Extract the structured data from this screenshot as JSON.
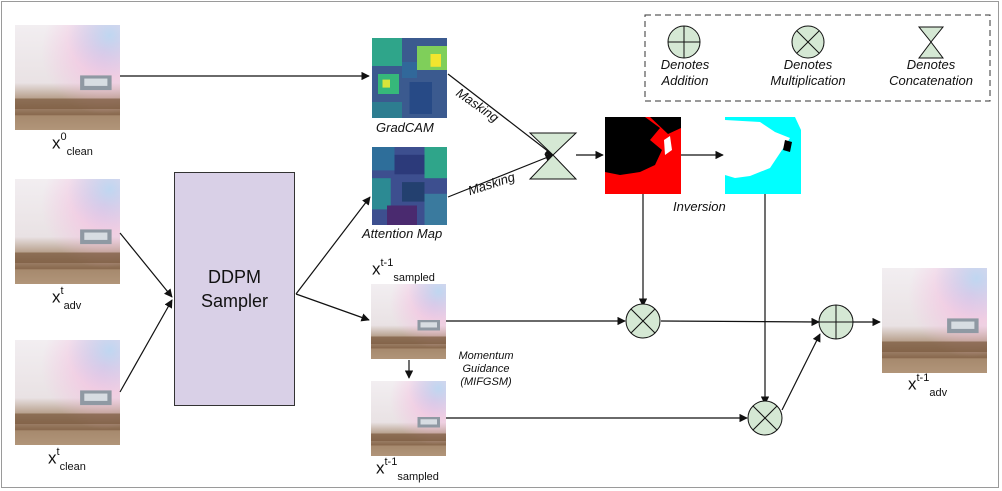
{
  "inputs": {
    "x0_clean": {
      "base": "x",
      "sup": "0",
      "sub": "clean"
    },
    "xt_adv": {
      "base": "x",
      "sup": "t",
      "sub": "adv"
    },
    "xt_clean": {
      "base": "x",
      "sup": "t",
      "sub": "clean"
    }
  },
  "sampler": {
    "line1": "DDPM",
    "line2": "Sampler"
  },
  "maps": {
    "gradcam": "GradCAM",
    "attention": "Attention Map"
  },
  "edges": {
    "masking_top": "Masking",
    "masking_bottom": "Masking",
    "inversion": "Inversion"
  },
  "sampled": {
    "top": {
      "base": "x",
      "sup": "t-1",
      "sub": "sampled"
    },
    "bottom": {
      "base": "x",
      "sup": "t-1",
      "sub": "sampled"
    }
  },
  "momentum": {
    "line1": "Momentum",
    "line2": "Guidance",
    "line3": "(MIFGSM)"
  },
  "output": {
    "base": "x",
    "sup": "t-1",
    "sub": "adv"
  },
  "legend": {
    "addition": {
      "line1": "Denotes",
      "line2": "Addition"
    },
    "multiplication": {
      "line1": "Denotes",
      "line2": "Multiplication"
    },
    "concatenation": {
      "line1": "Denotes",
      "line2": "Concatenation"
    }
  },
  "colors": {
    "sampler_fill": "#d9d0e7",
    "operator_fill": "#d5e8d4",
    "mask_red": "#ff0000",
    "mask_cyan": "#00ffff"
  }
}
